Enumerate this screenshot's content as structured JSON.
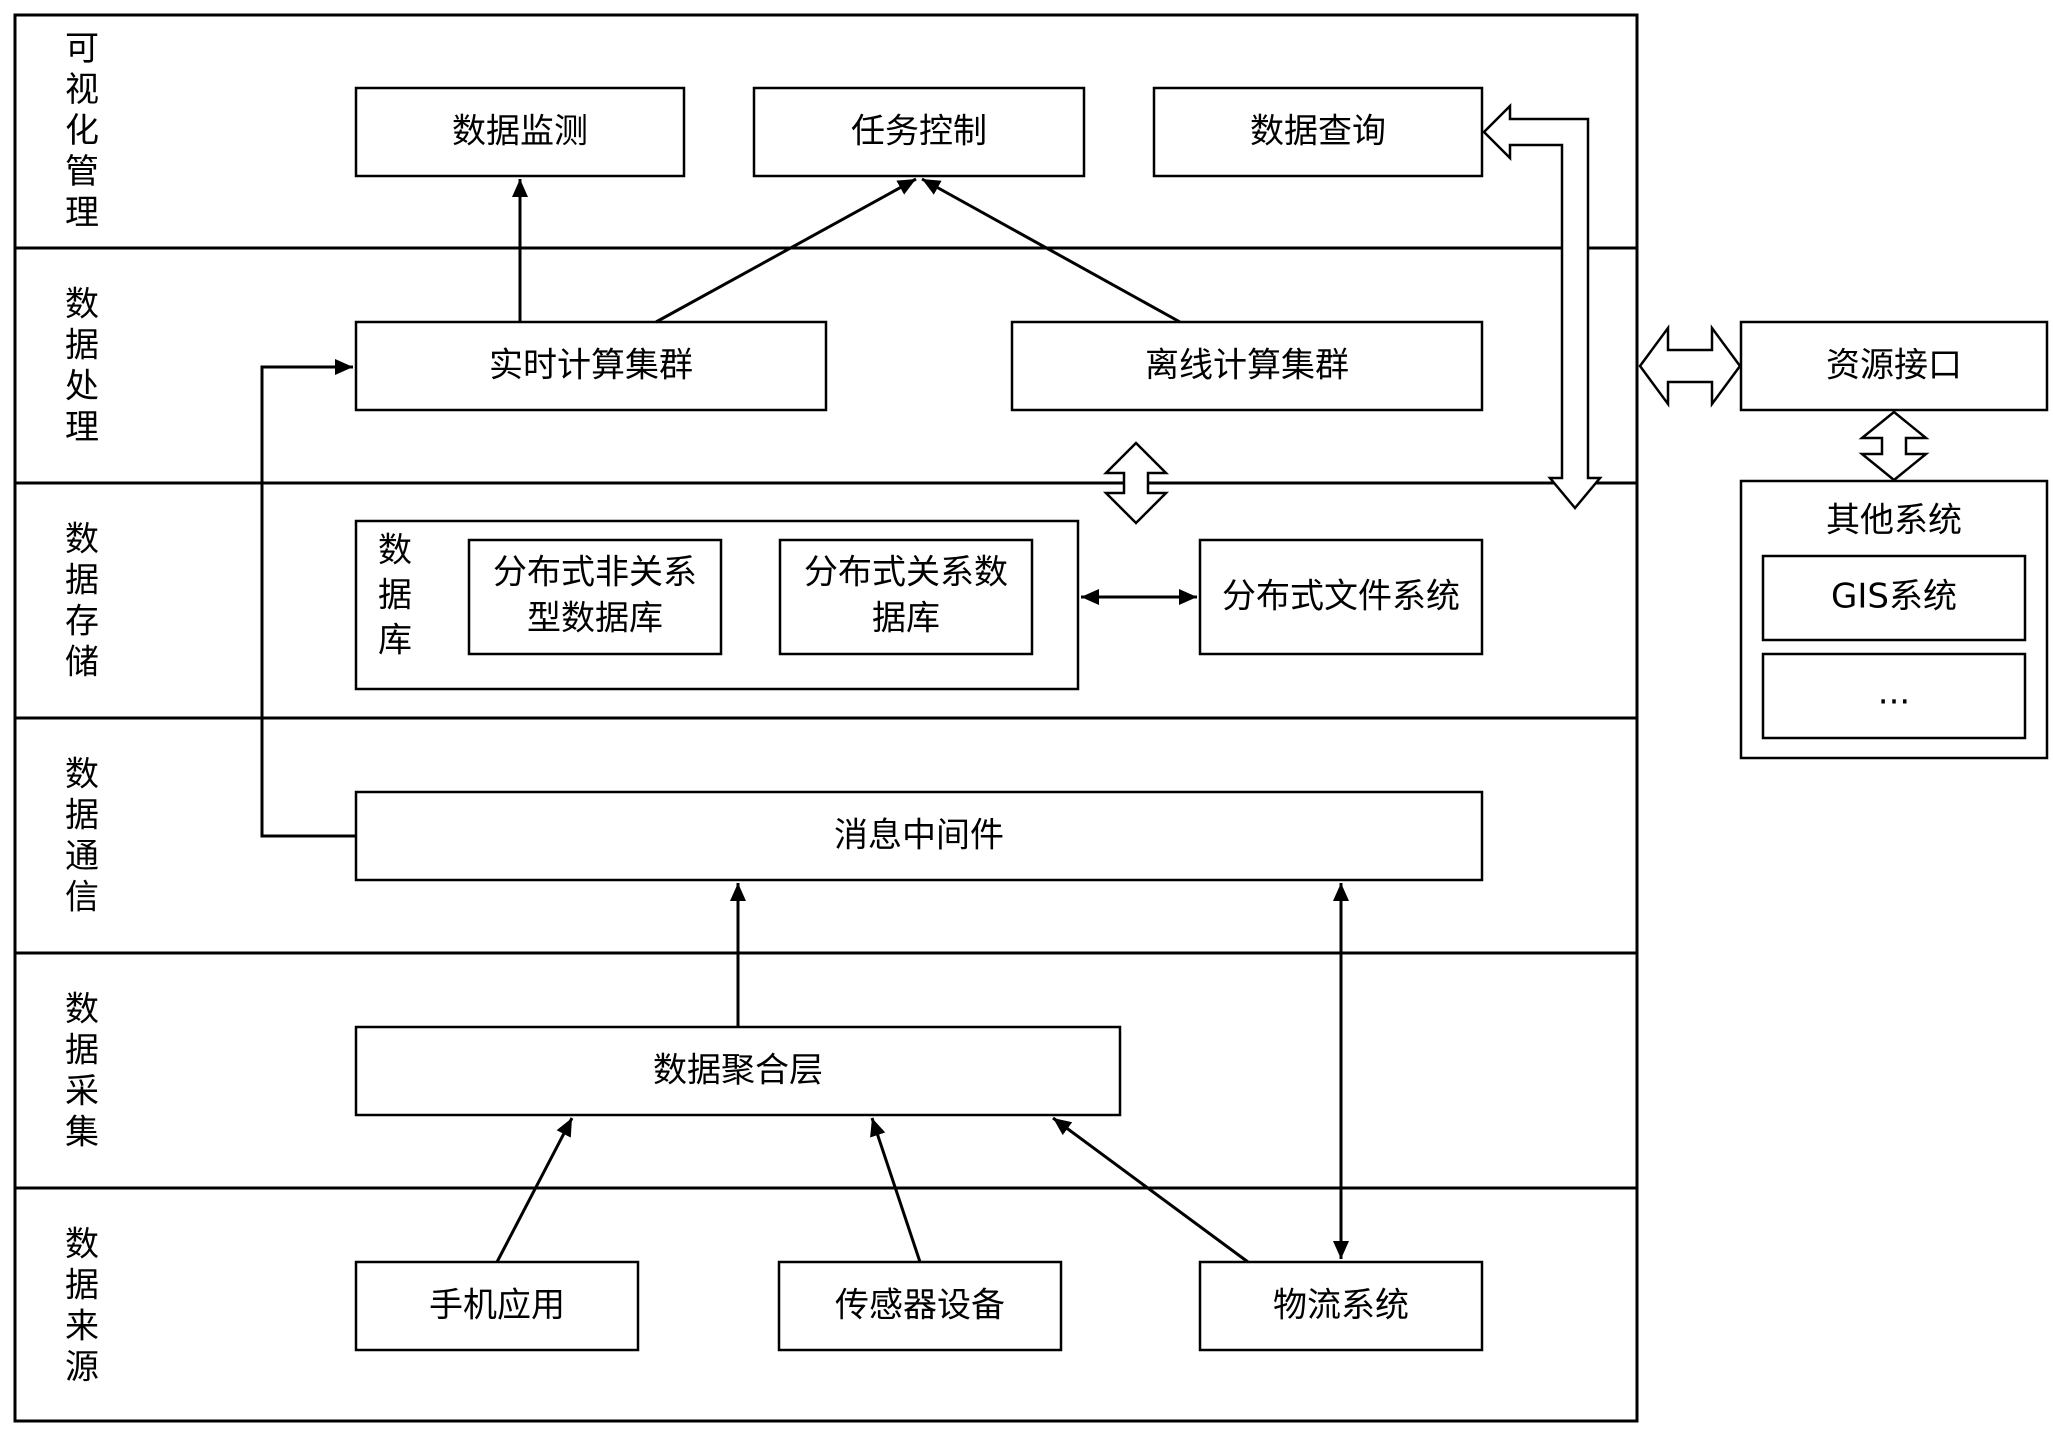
{
  "layers": [
    {
      "id": "vis",
      "label": "可视化管理"
    },
    {
      "id": "proc",
      "label": "数据处理"
    },
    {
      "id": "store",
      "label": "数据存储"
    },
    {
      "id": "comm",
      "label": "数据通信"
    },
    {
      "id": "collect",
      "label": "数据采集"
    },
    {
      "id": "source",
      "label": "数据来源"
    }
  ],
  "nodes": {
    "monitor": "数据监测",
    "task": "任务控制",
    "query": "数据查询",
    "realtime": "实时计算集群",
    "offline": "离线计算集群",
    "database_label": "数据库",
    "nosql_l1": "分布式非关系",
    "nosql_l2": "型数据库",
    "sql_l1": "分布式关系数",
    "sql_l2": "据库",
    "dfs": "分布式文件系统",
    "mq": "消息中间件",
    "aggregate": "数据聚合层",
    "mobile": "手机应用",
    "sensor": "传感器设备",
    "logistics": "物流系统",
    "resource": "资源接口",
    "other": "其他系统",
    "gis": "GIS系统",
    "ellipsis": "..."
  }
}
